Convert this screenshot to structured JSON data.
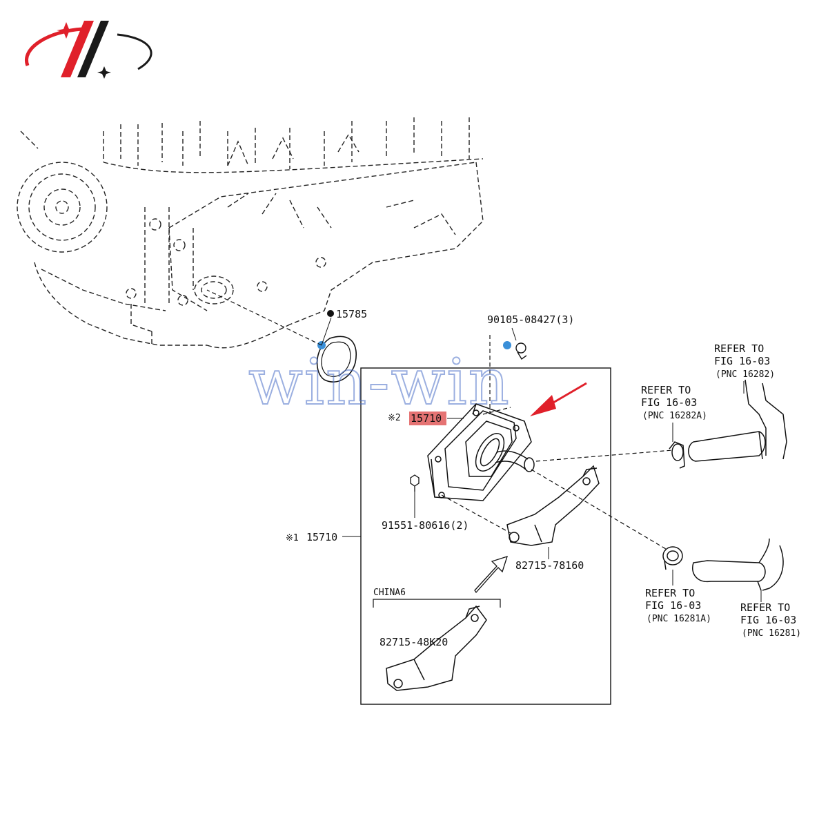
{
  "logo": {
    "name": "logo-mark",
    "accent": "#e0202a",
    "dark": "#1a1a1a"
  },
  "watermark": {
    "text": "win-win",
    "color": "#4a6fc8"
  },
  "highlight_color": "#e57373",
  "arrow_color": "#e0202a",
  "bullet_color": "#3a8fd8",
  "parts": {
    "gasket": "15785",
    "bolt_top": "90105-08427(3)",
    "cooler_num": "15710",
    "cooler_mark": "※2",
    "assembly_num": "15710",
    "assembly_mark": "※1",
    "bolt_small": "91551-80616(2)",
    "bracket": "82715-78160",
    "china_label": "CHINA6",
    "bracket_china": "82715-48K20"
  },
  "refs": {
    "r1": {
      "line1": "REFER TO",
      "line2": "FIG 16-03",
      "line3": "(PNC 16282)"
    },
    "r2": {
      "line1": "REFER TO",
      "line2": "FIG 16-03",
      "line3": "(PNC 16282A)"
    },
    "r3": {
      "line1": "REFER TO",
      "line2": "FIG 16-03",
      "line3": "(PNC 16281A)"
    },
    "r4": {
      "line1": "REFER TO",
      "line2": "FIG 16-03",
      "line3": "(PNC 16281)"
    }
  }
}
